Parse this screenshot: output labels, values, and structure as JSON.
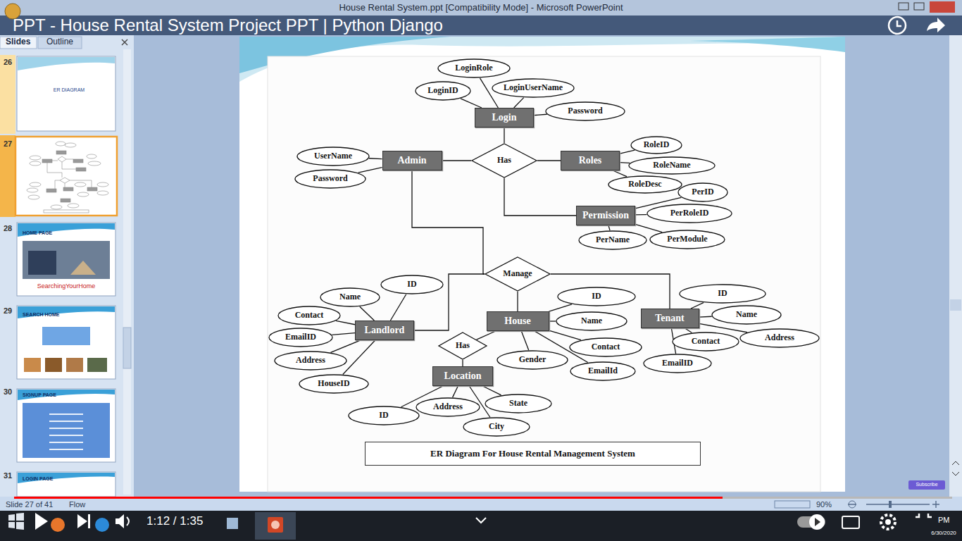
{
  "diagram": {
    "caption": "ER Diagram For House Rental Management System",
    "nodes": [
      {
        "text": [
          "LoginRole"
        ]
      },
      {
        "text": [
          "LoginID"
        ]
      },
      {
        "text": [
          "LoginUserName"
        ]
      },
      {
        "text": [
          "Login"
        ]
      },
      {
        "text": [
          "Password"
        ]
      },
      {
        "text": [
          "UserName"
        ]
      },
      {
        "text": [
          "Password"
        ]
      },
      {
        "text": [
          "Admin"
        ]
      },
      {
        "text": [
          "Has"
        ]
      },
      {
        "text": [
          "Roles"
        ]
      },
      {
        "text": [
          "RoleID"
        ]
      },
      {
        "text": [
          "RoleName"
        ]
      },
      {
        "text": [
          "RoleDesc"
        ]
      },
      {
        "text": [
          "PerID"
        ]
      },
      {
        "text": [
          "Permission"
        ]
      },
      {
        "text": [
          "PerRoleID"
        ]
      },
      {
        "text": [
          "PerName"
        ]
      },
      {
        "text": [
          "PerModule"
        ]
      },
      {
        "text": [
          "Manage"
        ]
      },
      {
        "text": [
          "ID"
        ]
      },
      {
        "text": [
          "Name"
        ]
      },
      {
        "text": [
          "ID"
        ]
      },
      {
        "text": [
          "ID"
        ]
      },
      {
        "text": [
          "Contact"
        ]
      },
      {
        "text": [
          "Name"
        ]
      },
      {
        "text": [
          "Landlord"
        ]
      },
      {
        "text": [
          "House"
        ]
      },
      {
        "text": [
          "Tenant"
        ]
      },
      {
        "text": [
          "Name"
        ]
      },
      {
        "text": [
          "EmailID"
        ]
      },
      {
        "text": [
          "Address"
        ]
      },
      {
        "text": [
          "Contact"
        ]
      },
      {
        "text": [
          "Has"
        ]
      },
      {
        "text": [
          "Contact"
        ]
      },
      {
        "text": [
          "Address"
        ]
      },
      {
        "text": [
          "Gender"
        ]
      },
      {
        "text": [
          "EmailId"
        ]
      },
      {
        "text": [
          "EmailID"
        ]
      },
      {
        "text": [
          "HouseID"
        ]
      },
      {
        "text": [
          "Location"
        ]
      },
      {
        "text": [
          "State"
        ]
      },
      {
        "text": [
          "Address"
        ]
      },
      {
        "text": [
          "City"
        ]
      },
      {
        "text": [
          "ID"
        ]
      }
    ],
    "edges": [
      {
        "from": 0,
        "to": 3,
        "arrow": "none"
      },
      {
        "from": 1,
        "to": 3,
        "arrow": "none"
      },
      {
        "from": 2,
        "to": 3,
        "arrow": "none"
      },
      {
        "from": 4,
        "to": 3,
        "arrow": "none"
      },
      {
        "from": 3,
        "to": 8,
        "arrow": "none"
      },
      {
        "from": 5,
        "to": 7,
        "arrow": "none"
      },
      {
        "from": 6,
        "to": 7,
        "arrow": "none"
      },
      {
        "from": 7,
        "to": 8,
        "arrow": "none"
      },
      {
        "from": 8,
        "to": 9,
        "arrow": "none"
      },
      {
        "from": 8,
        "to": 14,
        "arrow": "none"
      },
      {
        "from": 10,
        "to": 9,
        "arrow": "none"
      },
      {
        "from": 11,
        "to": 9,
        "arrow": "none"
      },
      {
        "from": 12,
        "to": 9,
        "arrow": "none"
      },
      {
        "from": 13,
        "to": 14,
        "arrow": "none"
      },
      {
        "from": 15,
        "to": 14,
        "arrow": "none"
      },
      {
        "from": 16,
        "to": 14,
        "arrow": "none"
      },
      {
        "from": 17,
        "to": 14,
        "arrow": "none"
      },
      {
        "from": 7,
        "to": 18,
        "arrow": "none"
      },
      {
        "from": 18,
        "to": 25,
        "arrow": "none"
      },
      {
        "from": 18,
        "to": 26,
        "arrow": "none"
      },
      {
        "from": 18,
        "to": 27,
        "arrow": "none"
      },
      {
        "from": 19,
        "to": 25,
        "arrow": "none"
      },
      {
        "from": 20,
        "to": 25,
        "arrow": "none"
      },
      {
        "from": 23,
        "to": 25,
        "arrow": "none"
      },
      {
        "from": 29,
        "to": 25,
        "arrow": "none"
      },
      {
        "from": 34,
        "to": 25,
        "arrow": "none"
      },
      {
        "from": 38,
        "to": 25,
        "arrow": "none"
      },
      {
        "from": 21,
        "to": 26,
        "arrow": "none"
      },
      {
        "from": 28,
        "to": 26,
        "arrow": "none"
      },
      {
        "from": 33,
        "to": 26,
        "arrow": "none"
      },
      {
        "from": 35,
        "to": 26,
        "arrow": "none"
      },
      {
        "from": 36,
        "to": 26,
        "arrow": "none"
      },
      {
        "from": 22,
        "to": 27,
        "arrow": "none"
      },
      {
        "from": 24,
        "to": 27,
        "arrow": "none"
      },
      {
        "from": 30,
        "to": 27,
        "arrow": "none"
      },
      {
        "from": 31,
        "to": 27,
        "arrow": "none"
      },
      {
        "from": 37,
        "to": 27,
        "arrow": "none"
      },
      {
        "from": 26,
        "to": 32,
        "arrow": "none"
      },
      {
        "from": 32,
        "to": 39,
        "arrow": "none"
      },
      {
        "from": 40,
        "to": 39,
        "arrow": "none"
      },
      {
        "from": 41,
        "to": 39,
        "arrow": "none"
      },
      {
        "from": 42,
        "to": 39,
        "arrow": "none"
      },
      {
        "from": 43,
        "to": 39,
        "arrow": "none"
      }
    ],
    "labels": [
      "House Rental System.ppt [Compatibility Mode] - Microsoft PowerPoint",
      "PPT - House Rental System Project PPT | Python Django",
      "Slides",
      "Outline",
      "26",
      "27",
      "28",
      "29",
      "30",
      "31",
      "ER DIAGRAM",
      "HOME PAGE",
      "SearchingYourHome",
      "SEARCH HOME",
      "SIGNUP PAGE",
      "LOGIN PAGE",
      "Slide 27 of 41",
      "Flow",
      "90%",
      "1:12 / 1:35",
      "Subscribe",
      "PM",
      "6/30/2020"
    ]
  }
}
